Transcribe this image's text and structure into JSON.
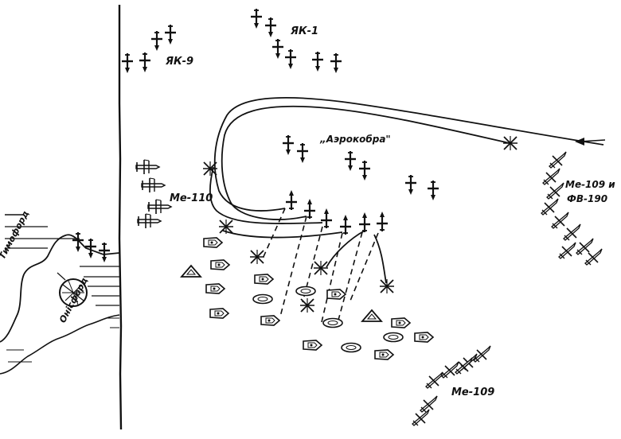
{
  "labels": {
    "yak9": "ЯК-9",
    "yak1": "ЯК-1",
    "aerocobra": "„Аэрокобра\"",
    "me110": "Ме-110",
    "me109fv190_line1": "Ме-109 и",
    "me109fv190_line2": "ФВ-190",
    "me109": "Ме-109",
    "coast_upper": "Тимофорд",
    "coast_lower": "Онісфорд"
  },
  "colors": {
    "ink": "#111111",
    "paper": "#ffffff"
  }
}
